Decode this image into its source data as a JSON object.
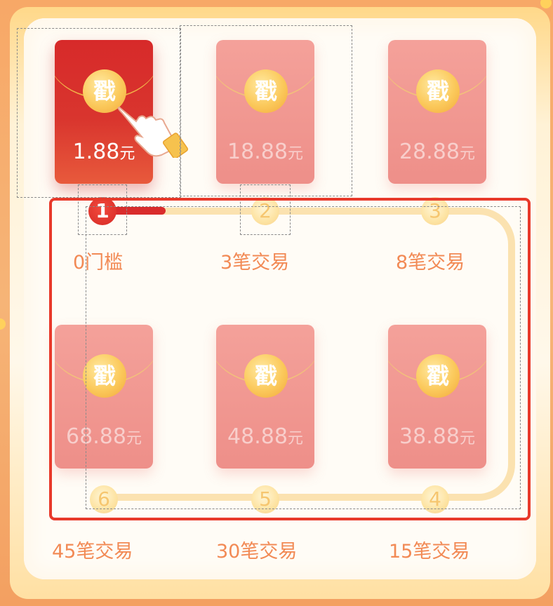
{
  "cards": [
    {
      "icon_text": "戳",
      "amount": "1.88",
      "unit": "元",
      "active": true
    },
    {
      "icon_text": "戳",
      "amount": "18.88",
      "unit": "元",
      "active": false
    },
    {
      "icon_text": "戳",
      "amount": "28.88",
      "unit": "元",
      "active": false
    },
    {
      "icon_text": "戳",
      "amount": "38.88",
      "unit": "元",
      "active": false
    },
    {
      "icon_text": "戳",
      "amount": "48.88",
      "unit": "元",
      "active": false
    },
    {
      "icon_text": "戳",
      "amount": "68.88",
      "unit": "元",
      "active": false
    }
  ],
  "steps": [
    {
      "number": "1",
      "label": "0门槛"
    },
    {
      "number": "2",
      "label": "3笔交易"
    },
    {
      "number": "3",
      "label": "8笔交易"
    },
    {
      "number": "4",
      "label": "15笔交易"
    },
    {
      "number": "5",
      "label": "30笔交易"
    },
    {
      "number": "6",
      "label": "45笔交易"
    }
  ],
  "colors": {
    "active_card": "#d72a2a",
    "inactive_card": "#f4a19a",
    "coin": "#fbc95b",
    "label": "#f28a55",
    "highlight": "#e8392a"
  },
  "icons": {
    "pointer": "hand-pointer-icon"
  }
}
